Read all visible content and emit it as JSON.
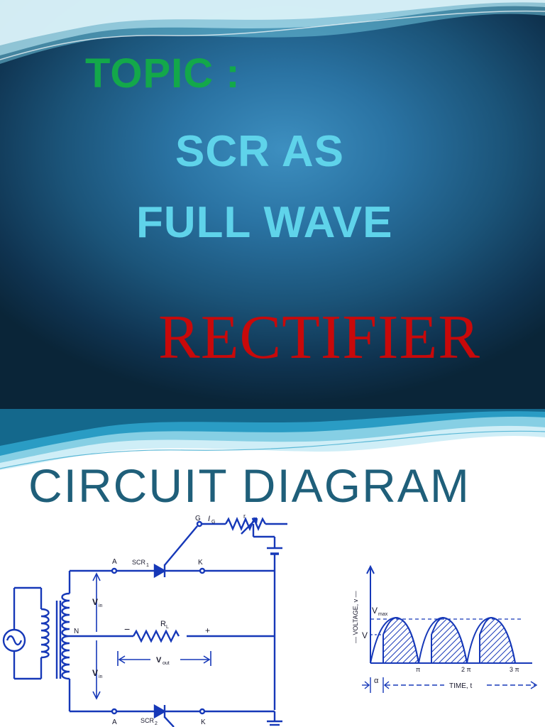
{
  "slide1": {
    "topic_label": "TOPIC :",
    "title_line1": "SCR  AS",
    "title_line2": "FULL WAVE",
    "title_line3": "RECTIFIER",
    "colors": {
      "background": "#1b5479",
      "topic": "#13a84a",
      "title": "#5fd3ea",
      "rectifier": "#c8090a"
    }
  },
  "slide2": {
    "heading": "CIRCUIT  DIAGRAM",
    "heading_color": "#1f5f7a",
    "circuit": {
      "gate_label": "G",
      "gate_current_label": "I",
      "gate_current_sub": "G",
      "gate_resistor_label": "r",
      "scr1_label": "SCR",
      "scr1_sub": "1",
      "scr2_label": "SCR",
      "scr2_sub": "2",
      "anode_label": "A",
      "cathode_label": "K",
      "vin_label": "V",
      "vin_sub": "in",
      "center_tap_label": "N",
      "minus_sign": "−",
      "plus_sign": "+",
      "load_label": "R",
      "load_sub": "L",
      "vout_label": "V",
      "vout_sub": "out"
    },
    "waveform": {
      "y_axis_label": "— VOLTAGE, v —",
      "vmax_label": "V",
      "vmax_sub": "max",
      "v_label": "V",
      "tick_labels": [
        "π",
        "2 π",
        "3 π"
      ],
      "alpha_label": "α",
      "x_axis_label": "TIME, t"
    }
  }
}
